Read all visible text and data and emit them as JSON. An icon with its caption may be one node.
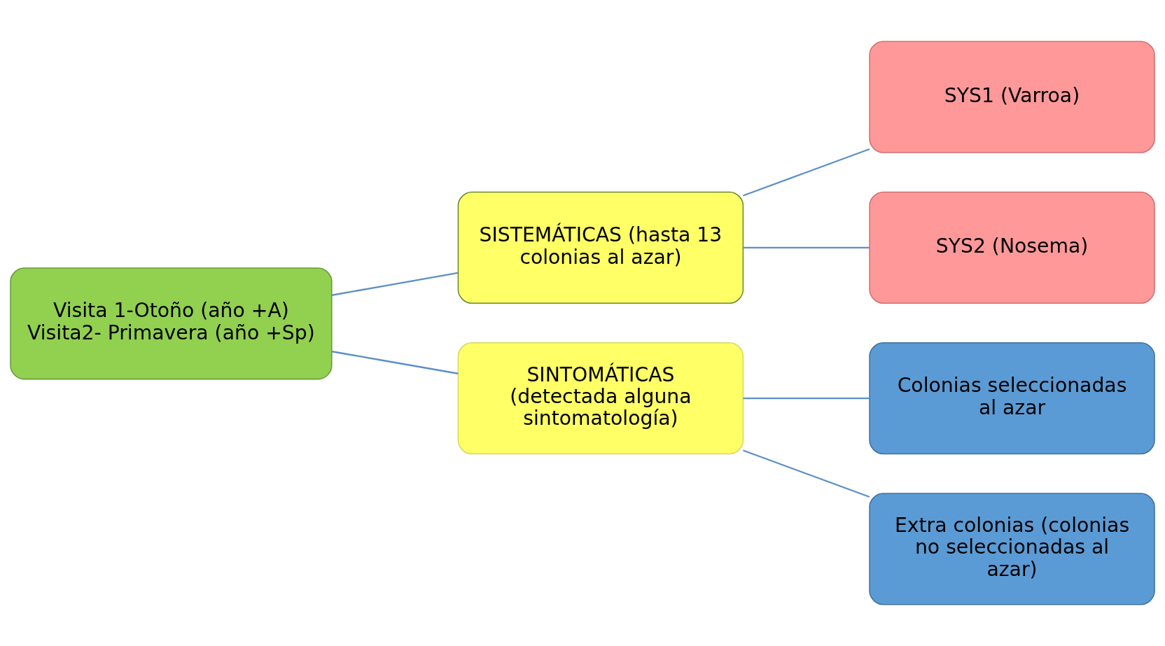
{
  "diagram": {
    "nodes": [
      {
        "text": [
          "Visita 1-Otoño (año +A)",
          "Visita2- Primavera (año +Sp)"
        ]
      },
      {
        "text": [
          "SISTEMÁTICAS (hasta 13 colonias al azar)"
        ]
      },
      {
        "text": [
          "SINTOMÁTICAS (detectada alguna sintomatología)"
        ]
      },
      {
        "text": [
          "SYS1 (Varroa)"
        ]
      },
      {
        "text": [
          "SYS2 (Nosema)"
        ]
      },
      {
        "text": [
          "Colonias seleccionadas al azar"
        ]
      },
      {
        "text": [
          "Extra colonias (colonias no seleccionadas al azar)"
        ]
      }
    ],
    "edges": [
      {
        "from": 0,
        "to": 1,
        "arrow": "none"
      },
      {
        "from": 0,
        "to": 2,
        "arrow": "none"
      },
      {
        "from": 1,
        "to": 3,
        "arrow": "none"
      },
      {
        "from": 1,
        "to": 4,
        "arrow": "none"
      },
      {
        "from": 2,
        "to": 5,
        "arrow": "none"
      },
      {
        "from": 2,
        "to": 6,
        "arrow": "none"
      }
    ]
  }
}
